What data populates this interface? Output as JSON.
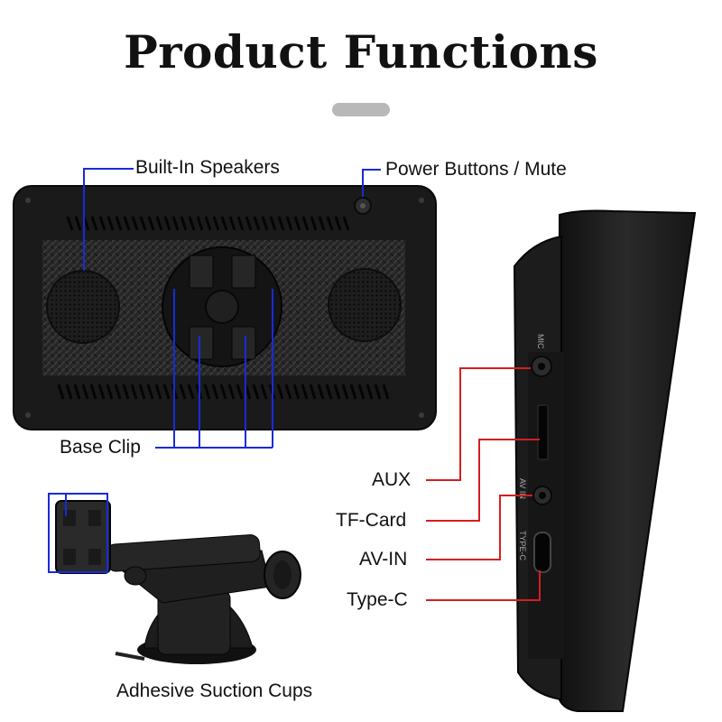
{
  "title": "Product Functions",
  "labels": {
    "speakers": "Built-In Speakers",
    "power": "Power Buttons / Mute",
    "base_clip": "Base Clip",
    "suction": "Adhesive Suction Cups",
    "aux": "AUX",
    "tf_card": "TF-Card",
    "av_in": "AV-IN",
    "type_c": "Type-C"
  },
  "port_markings": {
    "aux": "MIC",
    "av_in": "AV IN",
    "type_c": "TYPE-C"
  },
  "colors": {
    "left_callout_line": "#1a2bd6",
    "right_callout_line": "#d41f1f",
    "device_body": "#1b1b1b",
    "divider_pill": "#b8b8b8"
  }
}
